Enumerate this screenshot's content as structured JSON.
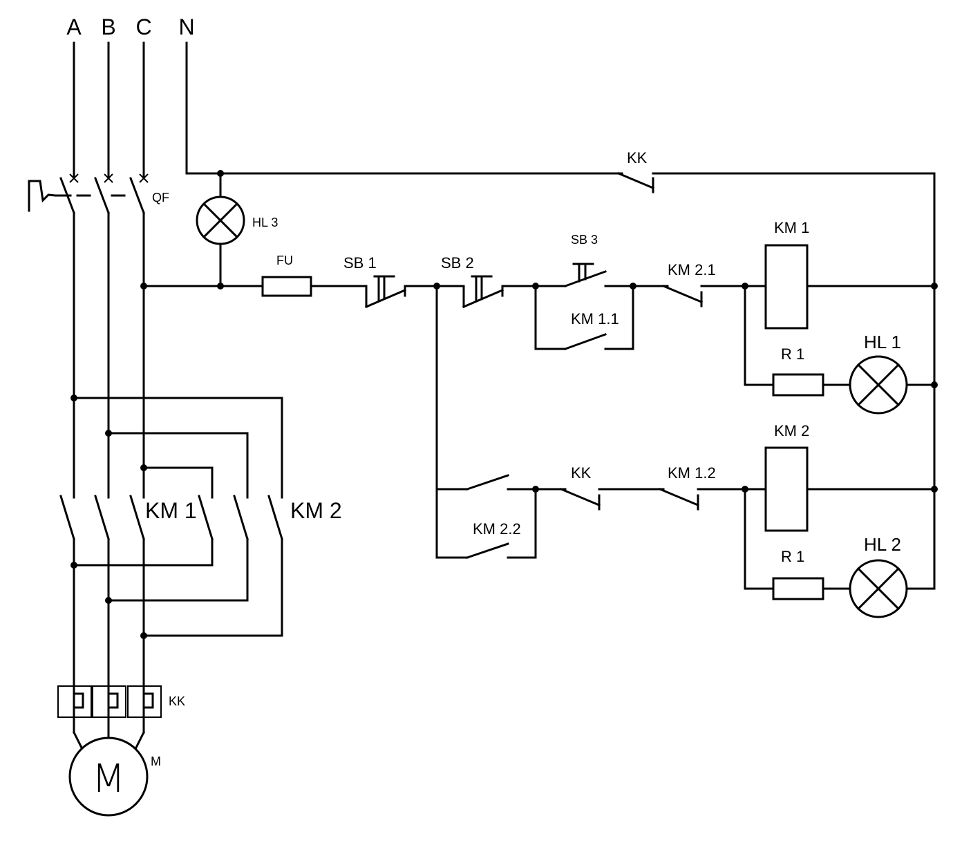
{
  "phases": {
    "a": "A",
    "b": "B",
    "c": "C",
    "n": "N"
  },
  "labels": {
    "qf": "QF",
    "kk_top": "KK",
    "hl3": "HL 3",
    "fu": "FU",
    "sb1": "SB 1",
    "sb2": "SB 2",
    "sb3": "SB 3",
    "km21": "KM 2.1",
    "km1_coil": "KM 1",
    "km11": "KM 1.1",
    "r1_upper": "R 1",
    "hl1": "HL 1",
    "km1_main": "KM 1",
    "km2_main": "KM 2",
    "km2_coil": "KM 2",
    "kk_mid": "KK",
    "km12": "KM 1.2",
    "km22": "KM 2.2",
    "r1_lower": "R 1",
    "hl2": "HL 2",
    "kk_thermal": "KK",
    "motor": "M",
    "motor_letter": "M"
  }
}
